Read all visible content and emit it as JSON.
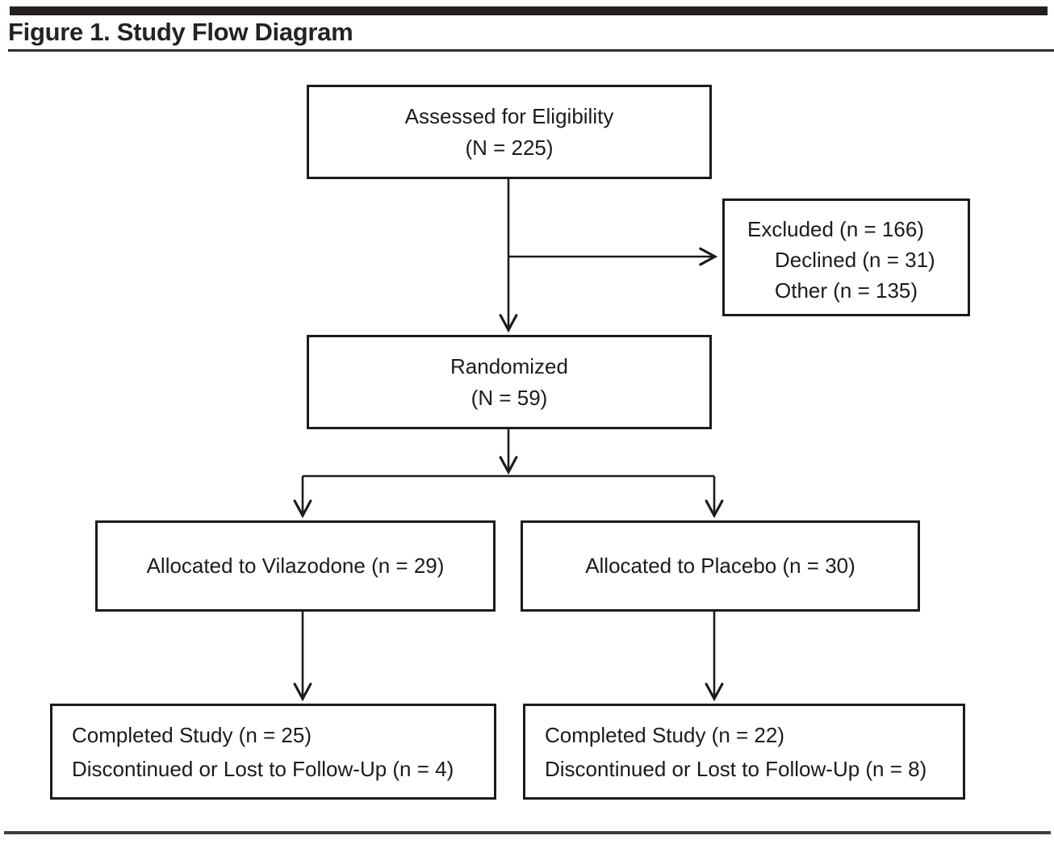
{
  "figure": {
    "title": "Figure 1. Study Flow Diagram"
  },
  "diagram": {
    "assessed": {
      "line1": "Assessed for Eligibility",
      "line2": "(N = 225)"
    },
    "excluded": {
      "line1": "Excluded (n = 166)",
      "items": [
        "Declined (n = 31)",
        "Other (n = 135)"
      ]
    },
    "randomized": {
      "line1": "Randomized",
      "line2": "(N = 59)"
    },
    "allocated_vilazodone": {
      "line1": "Allocated to Vilazodone (n = 29)"
    },
    "allocated_placebo": {
      "line1": "Allocated to Placebo (n = 30)"
    },
    "completed_vilazodone": {
      "line1": "Completed Study (n = 25)",
      "line2": "Discontinued or Lost to Follow-Up (n = 4)"
    },
    "completed_placebo": {
      "line1": "Completed Study (n = 22)",
      "line2": "Discontinued or Lost to Follow-Up (n = 8)"
    }
  },
  "colors": {
    "line": "#1d1a1b",
    "top_bar": "#231f20",
    "background": "#ffffff",
    "text": "#1d1a1b"
  }
}
